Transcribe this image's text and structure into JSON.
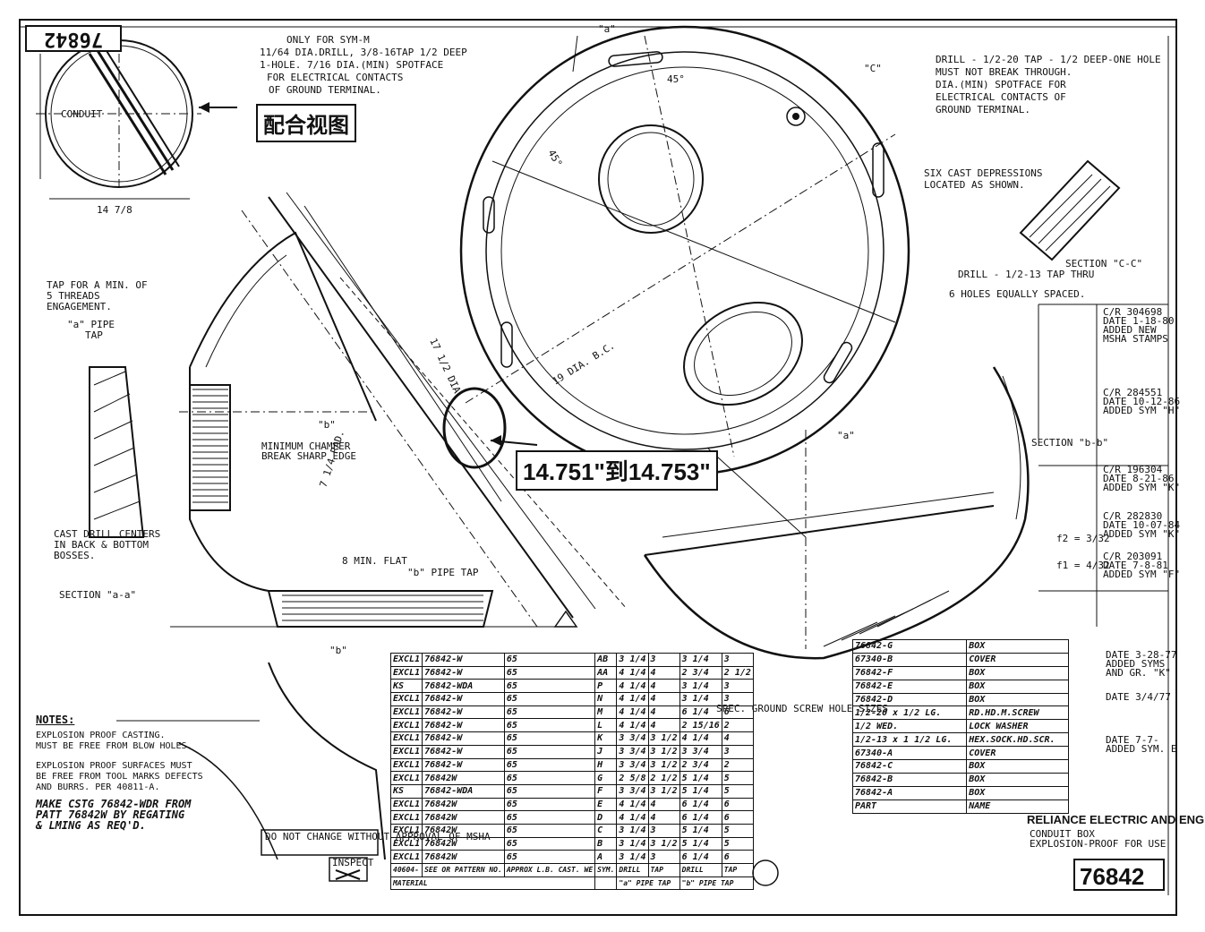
{
  "drawing_number": "76842",
  "callouts": {
    "view": "配合视图",
    "dimension": "14.751\"到14.753\""
  },
  "top_note": [
    "ONLY FOR SYM-M",
    "11/64 DIA.DRILL, 3/8-16TAP 1/2 DEEP",
    "1-HOLE. 7/16 DIA.(MIN) SPOTFACE",
    "FOR ELECTRICAL CONTACTS",
    "OF GROUND TERMINAL."
  ],
  "right_note": [
    "DRILL - 1/2-20 TAP - 1/2 DEEP-ONE HOLE",
    "MUST NOT BREAK THROUGH.",
    "DIA.(MIN) SPOTFACE FOR",
    "ELECTRICAL CONTACTS OF",
    "GROUND TERMINAL."
  ],
  "labels": {
    "conduit": "CONDUIT",
    "tap_min": "TAP FOR A MIN. OF",
    "threads": "5 THREADS",
    "engagement": "ENGAGEMENT.",
    "pipe_tap_a": "\"a\" PIPE",
    "tap": "TAP",
    "cast_drill": "CAST DRILL CENTERS",
    "in_back": "IN BACK & BOTTOM",
    "bosses": "BOSSES.",
    "section_aa": "SECTION \"a-a\"",
    "section_bb": "SECTION \"b-b\"",
    "section_cc": "SECTION \"C-C\"",
    "six_cast": "SIX CAST DEPRESSIONS",
    "located": "LOCATED AS SHOWN.",
    "drill_13": "DRILL - 1/2-13 TAP THRU",
    "six_holes": "6 HOLES EQUALLY SPACED.",
    "min_chamfer": "MINIMUM CHAMFER",
    "break_sharp": "BREAK SHARP EDGE",
    "rad_7q": "7 1/4 RAD.",
    "min_flat": "8 MIN. FLAT",
    "pipe_tap_b": "\"b\" PIPE TAP",
    "ground_screw": "SPEC. GROUND SCREW HOLE SIZES",
    "angle_45": "45°",
    "dim_14": "14 7/8",
    "dia_19": "19 DIA. B.C.",
    "dia_17": "17 1/2 DIA.",
    "mark_a": "\"a\"",
    "mark_b": "\"b\"",
    "mark_c": "\"C\""
  },
  "notes": {
    "title": "NOTES:",
    "lines": [
      "EXPLOSION PROOF CASTING.",
      "MUST BE FREE FROM BLOW HOLES.",
      "EXPLOSION PROOF SURFACES MUST",
      "BE FREE FROM TOOL MARKS DEFECTS",
      "AND BURRS. PER 40811-A."
    ],
    "bottom": [
      "MAKE CSTG 76842-WDR FROM",
      "PATT 76842W BY REGATING",
      "& LMING AS REQ'D."
    ]
  },
  "stamps": {
    "do_not_change": "DO NOT CHANGE WITHOUT APPROVAL OF MSHA",
    "inspect": "INSPECT"
  },
  "table_left": {
    "rows": [
      [
        "EXCL1",
        "76842-W",
        "65",
        "AB",
        "3 1/4",
        "3",
        "3 1/4",
        "3"
      ],
      [
        "EXCL1",
        "76842-W",
        "65",
        "AA",
        "4 1/4",
        "4",
        "2 3/4",
        "2 1/2"
      ],
      [
        "KS",
        "76842-WDA",
        "65",
        "P",
        "4 1/4",
        "4",
        "3 1/4",
        "3"
      ],
      [
        "EXCL1",
        "76842-W",
        "65",
        "N",
        "4 1/4",
        "4",
        "3 1/4",
        "3"
      ],
      [
        "EXCL1",
        "76842-W",
        "65",
        "M",
        "4 1/4",
        "4",
        "6 1/4",
        "6"
      ],
      [
        "EXCL1",
        "76842-W",
        "65",
        "L",
        "4 1/4",
        "4",
        "2 15/16",
        "2"
      ],
      [
        "EXCL1",
        "76842-W",
        "65",
        "K",
        "3 3/4",
        "3 1/2",
        "4 1/4",
        "4"
      ],
      [
        "EXCL1",
        "76842-W",
        "65",
        "J",
        "3 3/4",
        "3 1/2",
        "3 3/4",
        "3"
      ],
      [
        "EXCL1",
        "76842-W",
        "65",
        "H",
        "3 3/4",
        "3 1/2",
        "2 3/4",
        "2"
      ],
      [
        "EXCL1",
        "76842W",
        "65",
        "G",
        "2 5/8",
        "2 1/2",
        "5 1/4",
        "5"
      ],
      [
        "KS",
        "76842-WDA",
        "65",
        "F",
        "3 3/4",
        "3 1/2",
        "5 1/4",
        "5"
      ],
      [
        "EXCL1",
        "76842W",
        "65",
        "E",
        "4 1/4",
        "4",
        "6 1/4",
        "6"
      ],
      [
        "EXCL1",
        "76842W",
        "65",
        "D",
        "4 1/4",
        "4",
        "6 1/4",
        "6"
      ],
      [
        "EXCL1",
        "76842W",
        "65",
        "C",
        "3 1/4",
        "3",
        "5 1/4",
        "5"
      ],
      [
        "EXCL1",
        "76842W",
        "65",
        "B",
        "3 1/4",
        "3 1/2",
        "5 1/4",
        "5"
      ],
      [
        "EXCL1",
        "76842W",
        "65",
        "A",
        "3 1/4",
        "3",
        "6 1/4",
        "6"
      ]
    ],
    "footer": [
      "40604-",
      "SEE OR PATTERN NO.",
      "APPROX L.B. CAST. WE",
      "SYM.",
      "DRILL",
      "TAP",
      "DRILL",
      "TAP"
    ],
    "footer2": [
      "MATERIAL",
      "\"a\" PIPE TAP",
      "\"b\" PIPE TAP"
    ]
  },
  "table_right": {
    "rows": [
      [
        "76842-G",
        "BOX"
      ],
      [
        "67340-B",
        "COVER"
      ],
      [
        "76842-F",
        "BOX"
      ],
      [
        "76842-E",
        "BOX"
      ],
      [
        "76842-D",
        "BOX"
      ],
      [
        "1/2-20 x 1/2 LG.",
        "RD.HD.M.SCREW"
      ],
      [
        "1/2 WED.",
        "LOCK WASHER"
      ],
      [
        "1/2-13 x 1 1/2 LG.",
        "HEX.SOCK.HD.SCR."
      ],
      [
        "67340-A",
        "COVER"
      ],
      [
        "76842-C",
        "BOX"
      ],
      [
        "76842-B",
        "BOX"
      ],
      [
        "76842-A",
        "BOX"
      ]
    ],
    "footer": [
      "PART",
      "NAME"
    ]
  },
  "title_block": {
    "company": "RELIANCE ELECTRIC AND ENGINEERING COMPANY",
    "title": "CONDUIT BOX",
    "subtitle": "EXPLOSION-PROOF FOR USE",
    "drawing_no": "76842"
  },
  "revisions": [
    "C/R 304698",
    "DATE 1-18-80",
    "ADDED NEW",
    "MSHA STAMPS",
    "C/R 284551",
    "DATE 10-12-86",
    "ADDED SYM \"H\"",
    "C/R 196304",
    "DATE 8-21-86",
    "ADDED SYM \"K\"",
    "C/R 282830",
    "DATE 10-07-84",
    "ADDED SYM \"K\"",
    "C/R 203091",
    "DATE 7-8-81",
    "ADDED SYM \"F\"",
    "DATE 3-28-77",
    "ADDED SYMS",
    "AND GR. \"K\"",
    "DATE 3/4/77",
    "DATE 7-7-",
    "ADDED SYM. E"
  ],
  "fraction_notes": [
    "f2 = 3/32",
    "f1 = 4/32"
  ]
}
